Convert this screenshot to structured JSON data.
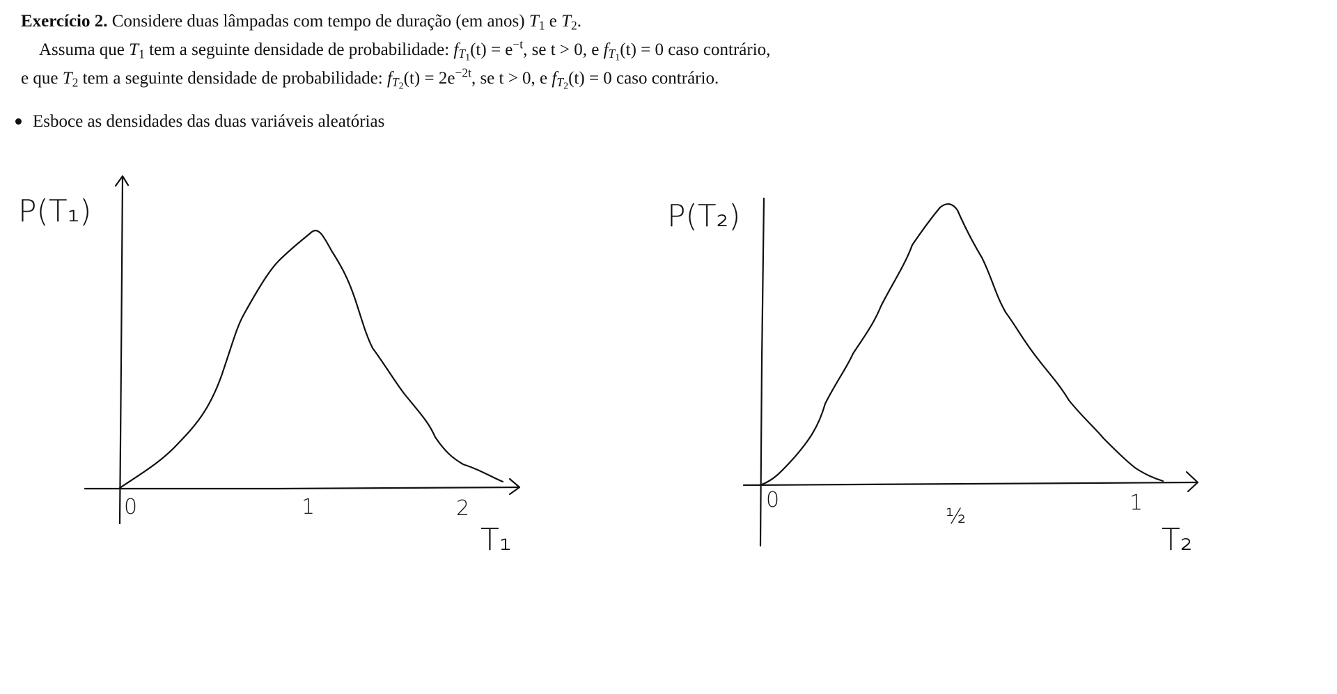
{
  "exercise": {
    "title": "Exercício 2.",
    "intro_text": "Considere duas lâmpadas com tempo de duração (em anos)",
    "t1_var": "T",
    "t1_sub": "1",
    "and_word": "e",
    "t2_var": "T",
    "t2_sub": "2",
    "period": "."
  },
  "line2": {
    "prefix": "Assuma que",
    "var": "T",
    "var_sub": "1",
    "middle": "tem a seguinte densidade de probabilidade:",
    "f": "f",
    "f_sub_T": "T",
    "f_sub_sub": "1",
    "arg": "(t) = e",
    "exp": "−t",
    "cond": ", se t > 0, e",
    "f2": "f",
    "f2_sub_T": "T",
    "f2_sub_sub": "1",
    "tail": "(t) = 0 caso contrário,"
  },
  "line3": {
    "prefix": "e que",
    "var": "T",
    "var_sub": "2",
    "middle": "tem a seguinte densidade de probabilidade:",
    "f": "f",
    "f_sub_T": "T",
    "f_sub_sub": "2",
    "arg": "(t) = 2e",
    "exp": "−2t",
    "cond": ", se t > 0, e",
    "f2": "f",
    "f2_sub_T": "T",
    "f2_sub_sub": "2",
    "tail": "(t) = 0 caso contrário."
  },
  "bullet": {
    "text": "Esboce as densidades das duas variáveis aleatórias"
  },
  "sketch_left": {
    "ylabel": "P(T₁)",
    "xlabel": "T₁",
    "ticks": [
      "0",
      "1",
      "2"
    ]
  },
  "sketch_right": {
    "ylabel": "P(T₂)",
    "xlabel": "T₂",
    "ticks": [
      "0",
      "½",
      "1"
    ]
  }
}
